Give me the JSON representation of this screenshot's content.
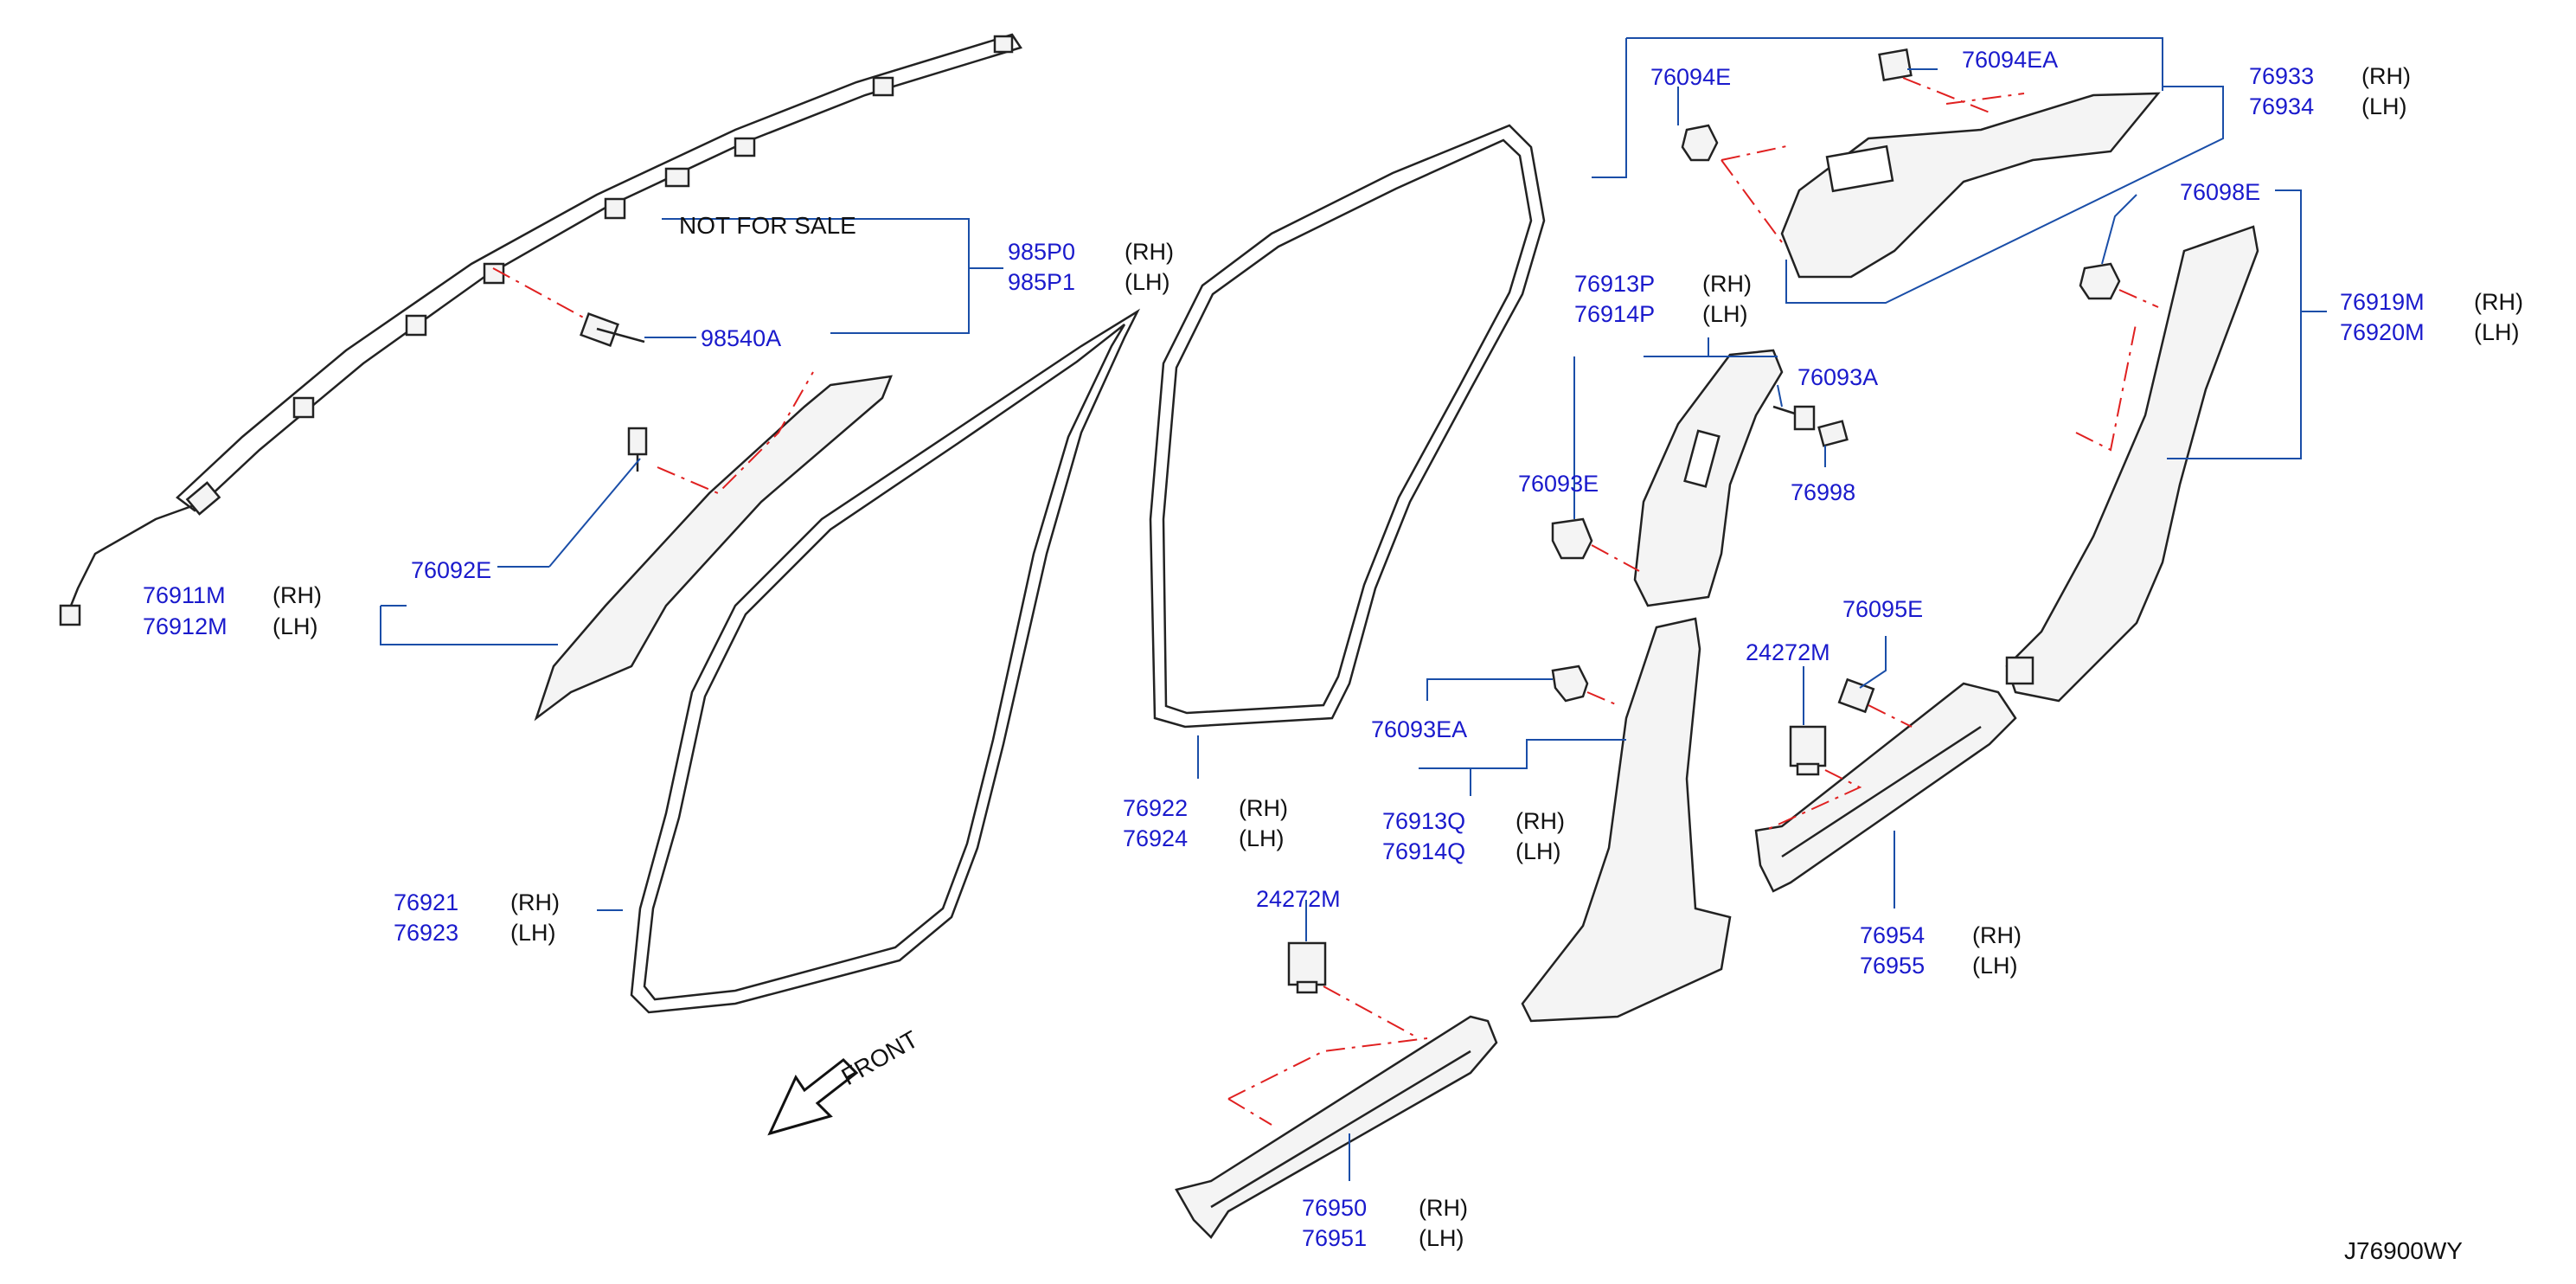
{
  "diagram_id": "J76900WY",
  "front_label": "FRONT",
  "not_for_sale": "NOT  FOR  SALE",
  "side": {
    "rh": "(RH)",
    "lh": "(LH)"
  },
  "callouts": {
    "p985P0": "985P0",
    "p985P1": "985P1",
    "p98540A": "98540A",
    "p76092E": "76092E",
    "p76911M": "76911M",
    "p76912M": "76912M",
    "p76921": "76921",
    "p76923": "76923",
    "p76922": "76922",
    "p76924": "76924",
    "p76950": "76950",
    "p76951": "76951",
    "p24272M_a": "24272M",
    "p76913P": "76913P",
    "p76914P": "76914P",
    "p76093A": "76093A",
    "p76998": "76998",
    "p76093E": "76093E",
    "p76093EA": "76093EA",
    "p76913Q": "76913Q",
    "p76914Q": "76914Q",
    "p76094E": "76094E",
    "p76094EA": "76094EA",
    "p76933": "76933",
    "p76934": "76934",
    "p76098E": "76098E",
    "p76919M": "76919M",
    "p76920M": "76920M",
    "p76095E": "76095E",
    "p24272M_b": "24272M",
    "p76954": "76954",
    "p76955": "76955"
  }
}
